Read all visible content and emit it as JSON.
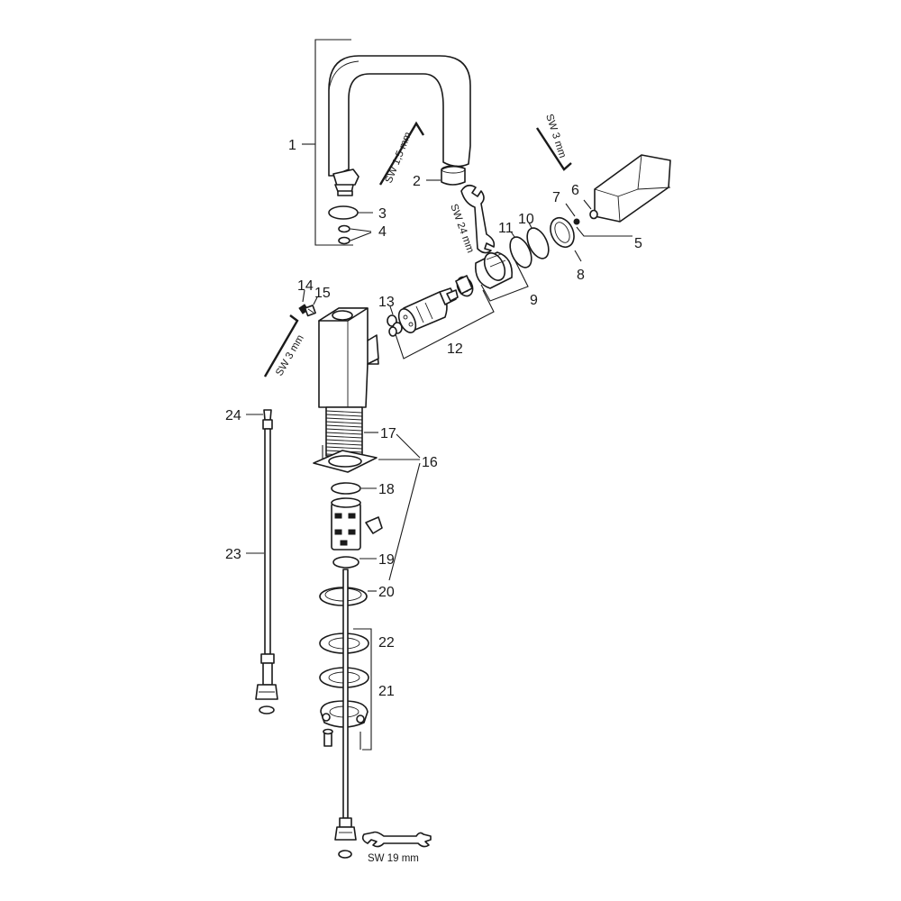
{
  "callouts": {
    "c1": "1",
    "c2": "2",
    "c3": "3",
    "c4": "4",
    "c5": "5",
    "c6": "6",
    "c7": "7",
    "c8": "8",
    "c9": "9",
    "c10": "10",
    "c11": "11",
    "c12": "12",
    "c13": "13",
    "c14": "14",
    "c15": "15",
    "c16": "16",
    "c17": "17",
    "c18": "18",
    "c19": "19",
    "c20": "20",
    "c21": "21",
    "c22": "22",
    "c23": "23",
    "c24": "24"
  },
  "tools": {
    "hex_key_1_5": "SW 1,5 mm",
    "wrench_24": "SW 24 mm",
    "hex_key_3_top": "SW 3 mm",
    "hex_key_3_left": "SW 3 mm",
    "wrench_19": "SW 19 mm"
  }
}
